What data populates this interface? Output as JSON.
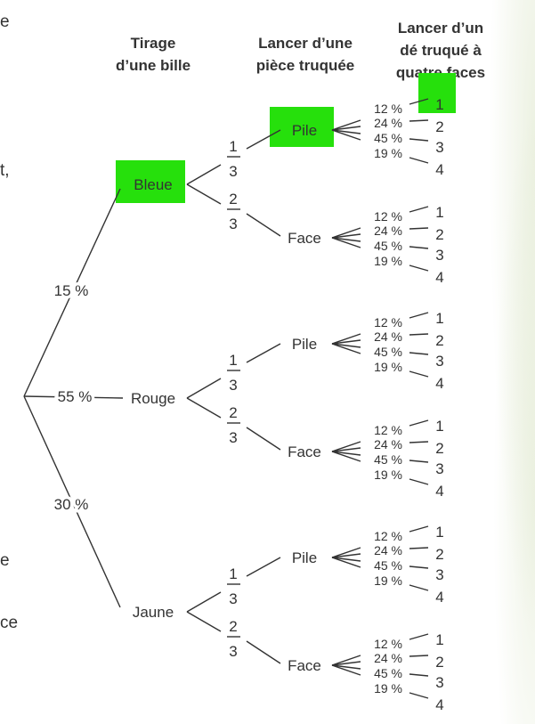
{
  "margin_fragments": [
    "e",
    "t,",
    "e",
    "ce"
  ],
  "headers": {
    "marble": [
      "Tirage",
      "d’une bille"
    ],
    "coin": [
      "Lancer d’une",
      "pièce truquée"
    ],
    "die": [
      "Lancer d’un",
      "dé truqué à",
      "quatre faces"
    ]
  },
  "highlight_color": "#26e00c",
  "tree": [
    {
      "label": "Bleue",
      "prob": "15 %",
      "highlighted": true,
      "coin": [
        {
          "label": "Pile",
          "num": "1",
          "den": "3",
          "highlighted": true,
          "die": [
            {
              "face": "1",
              "prob": "12 %",
              "highlighted": true
            },
            {
              "face": "2",
              "prob": "24 %"
            },
            {
              "face": "3",
              "prob": "45 %"
            },
            {
              "face": "4",
              "prob": "19 %"
            }
          ]
        },
        {
          "label": "Face",
          "num": "2",
          "den": "3",
          "die": [
            {
              "face": "1",
              "prob": "12 %"
            },
            {
              "face": "2",
              "prob": "24 %"
            },
            {
              "face": "3",
              "prob": "45 %"
            },
            {
              "face": "4",
              "prob": "19 %"
            }
          ]
        }
      ]
    },
    {
      "label": "Rouge",
      "prob": "55 %",
      "coin": [
        {
          "label": "Pile",
          "num": "1",
          "den": "3",
          "die": [
            {
              "face": "1",
              "prob": "12 %"
            },
            {
              "face": "2",
              "prob": "24 %"
            },
            {
              "face": "3",
              "prob": "45 %"
            },
            {
              "face": "4",
              "prob": "19 %"
            }
          ]
        },
        {
          "label": "Face",
          "num": "2",
          "den": "3",
          "die": [
            {
              "face": "1",
              "prob": "12 %"
            },
            {
              "face": "2",
              "prob": "24 %"
            },
            {
              "face": "3",
              "prob": "45 %"
            },
            {
              "face": "4",
              "prob": "19 %"
            }
          ]
        }
      ]
    },
    {
      "label": "Jaune",
      "prob": "30 %",
      "coin": [
        {
          "label": "Pile",
          "num": "1",
          "den": "3",
          "die": [
            {
              "face": "1",
              "prob": "12 %"
            },
            {
              "face": "2",
              "prob": "24 %"
            },
            {
              "face": "3",
              "prob": "45 %"
            },
            {
              "face": "4",
              "prob": "19 %"
            }
          ]
        },
        {
          "label": "Face",
          "num": "2",
          "den": "3",
          "die": [
            {
              "face": "1",
              "prob": "12 %"
            },
            {
              "face": "2",
              "prob": "24 %"
            },
            {
              "face": "3",
              "prob": "45 %"
            },
            {
              "face": "4",
              "prob": "19 %"
            }
          ]
        }
      ]
    }
  ]
}
